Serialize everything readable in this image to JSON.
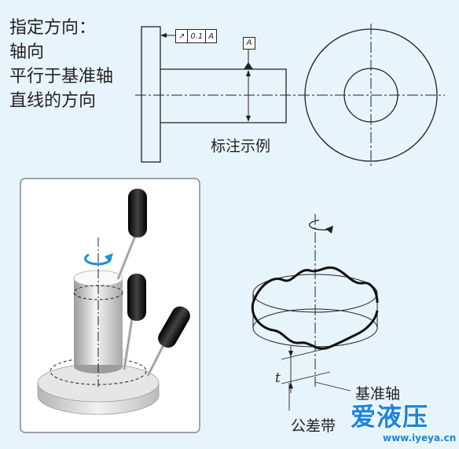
{
  "description": {
    "line1": "指定方向：",
    "line2": "轴向",
    "line3": "平行于基准轴",
    "line4": "直线的方向"
  },
  "drawing": {
    "tolerance_symbol": "↗",
    "tolerance_value": "0.1",
    "datum_ref": "A",
    "datum_label": "A",
    "example_label": "标注示例"
  },
  "zone_diagram": {
    "t_label": "t",
    "datum_axis_label": "基准轴",
    "tolerance_zone_label": "公差带"
  },
  "watermark": {
    "brand": "爱液压",
    "url": "www.iyeya.cn"
  },
  "colors": {
    "background": "#e8f4fb",
    "rotation_arrow": "#1e8fe0",
    "watermark": "#1c86d6"
  }
}
